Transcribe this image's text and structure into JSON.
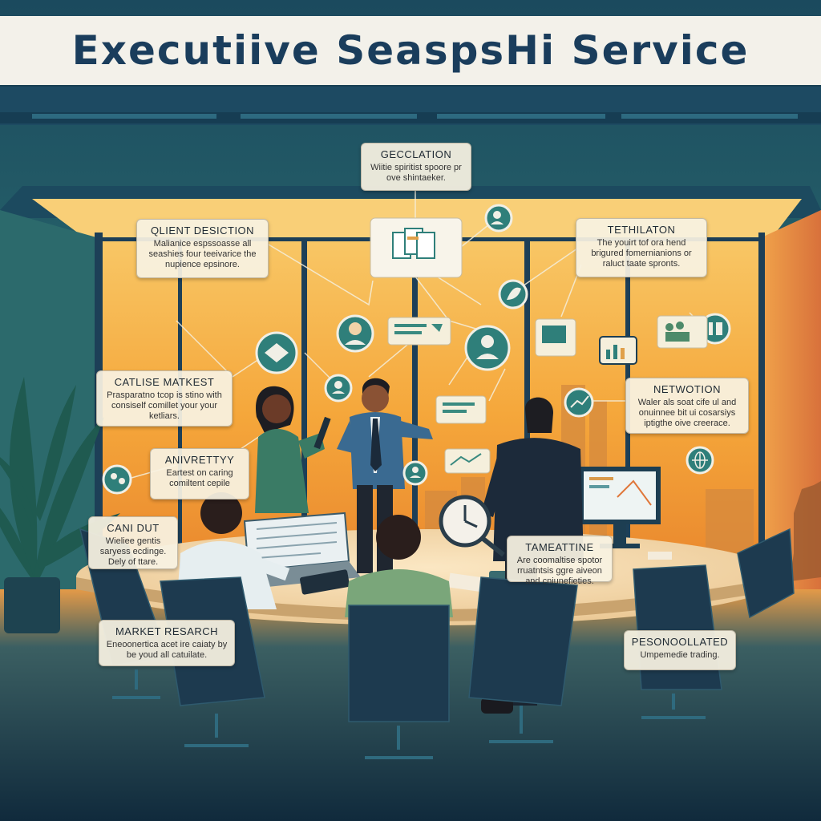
{
  "title": "Executiive SeaspsHi Service",
  "cards": [
    {
      "title": "GECCLATION",
      "body": "Wiitie spiritist spoore pr ove shintaeker."
    },
    {
      "title": "QLIENT DESICTION",
      "body": "Malianice espssoasse all seashies four teeivarice the nupience epsinore."
    },
    {
      "title": "TETHILATON",
      "body": "The youirt tof ora hend brigured fomernianions or raluct taate spronts."
    },
    {
      "title": "CATLISE MATKEST",
      "body": "Prasparatno tcop is stino with consiself comillet your your ketliars."
    },
    {
      "title": "NETWOTION",
      "body": "Waler als soat cife ul and onuinnee bit ui cosarsiys iptigthe oive creerace."
    },
    {
      "title": "ANIVRETTYY",
      "body": "Eartest on caring comiltent cepile"
    },
    {
      "title": "CANI DUT",
      "body": "Wieliee gentis saryess ecdinge. Dely of ttare."
    },
    {
      "title": "TAMEATTINE",
      "body": "Are coomaltise spotor rruatntsis ggre aiveon and cniunefieties."
    },
    {
      "title": "MARKET RESARCH",
      "body": "Eneoonertica acet ire caiaty by be youd all catuilate."
    },
    {
      "title": "PESONOOLLATED",
      "body": "Umpemedie trading."
    }
  ],
  "colors": {
    "title_text": "#1a3d5c",
    "title_bar": "#f3f1ea",
    "window_glow": "#f6a93a",
    "window_frame": "#1d3f57",
    "floor": "#163549",
    "icon_fill": "#2f7f7a",
    "icon_ring": "#f0efe6"
  },
  "icons": [
    {
      "name": "people-search-icon"
    },
    {
      "name": "user-profile-icon"
    },
    {
      "name": "handshake-icon"
    },
    {
      "name": "user-silhouette-icon"
    },
    {
      "name": "user-avatar-icon"
    },
    {
      "name": "leaf-icon"
    },
    {
      "name": "chat-message-icon"
    },
    {
      "name": "presentation-board-icon"
    },
    {
      "name": "team-chart-icon"
    },
    {
      "name": "chart-bubble-icon"
    },
    {
      "name": "growth-icon"
    },
    {
      "name": "people-network-icon"
    },
    {
      "name": "briefcase-hand-icon"
    },
    {
      "name": "globe-icon"
    },
    {
      "name": "stopwatch-magnifier-icon"
    },
    {
      "name": "document-stack-icon"
    },
    {
      "name": "message-bubble-icon"
    },
    {
      "name": "feedback-bubble-icon"
    }
  ]
}
